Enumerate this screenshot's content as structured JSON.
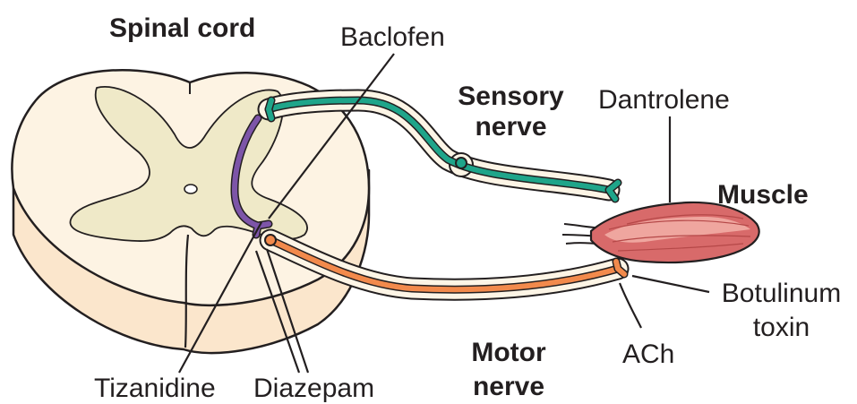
{
  "labels": {
    "spinal_cord": "Spinal cord",
    "baclofen": "Baclofen",
    "sensory_nerve_1": "Sensory",
    "sensory_nerve_2": "nerve",
    "dantrolene": "Dantrolene",
    "muscle": "Muscle",
    "botulinum_1": "Botulinum",
    "botulinum_2": "toxin",
    "ach": "ACh",
    "motor_nerve_1": "Motor",
    "motor_nerve_2": "nerve",
    "tizanidine": "Tizanidine",
    "diazepam": "Diazepam"
  },
  "colors": {
    "outline": "#231f20",
    "cord_white_matter": "#fdf3e3",
    "cord_shadow": "#fbe6cc",
    "cord_gray_matter": "#efe9c8",
    "nerve_sheath": "#fdf5e6",
    "sensory_fiber": "#1fa58a",
    "motor_fiber": "#f28a4c",
    "interneuron": "#7d55a8",
    "muscle": "#d86a6a",
    "muscle_light": "#f3b0a8"
  }
}
